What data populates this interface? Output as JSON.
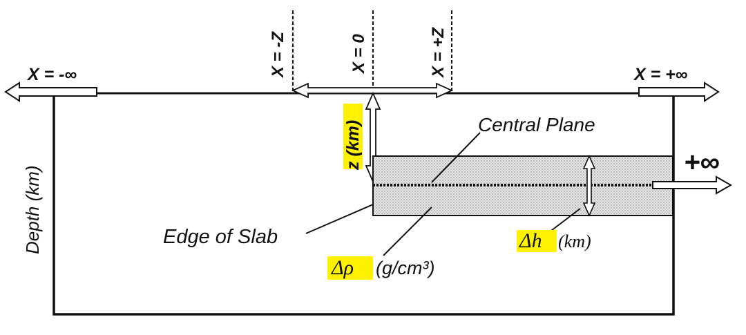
{
  "labels": {
    "x_neg_inf": "X = -∞",
    "x_pos_inf": "X = +∞",
    "x_neg_z": "X = -Z",
    "x_zero": "X = 0",
    "x_pos_z": "X = +Z",
    "z_km": "z (km)",
    "central_plane": "Central Plane",
    "plus_inf": "+∞",
    "depth_km": "Depth (km)",
    "edge_of_slab": "Edge of Slab",
    "delta_h_symbol": "Δh",
    "delta_h_unit": "(km)",
    "delta_rho_symbol": "Δρ",
    "delta_rho_unit": "(g/cm³)"
  },
  "colors": {
    "highlight": "#fff200",
    "ink": "#111111",
    "slab_fill": "#d9d9d9"
  }
}
